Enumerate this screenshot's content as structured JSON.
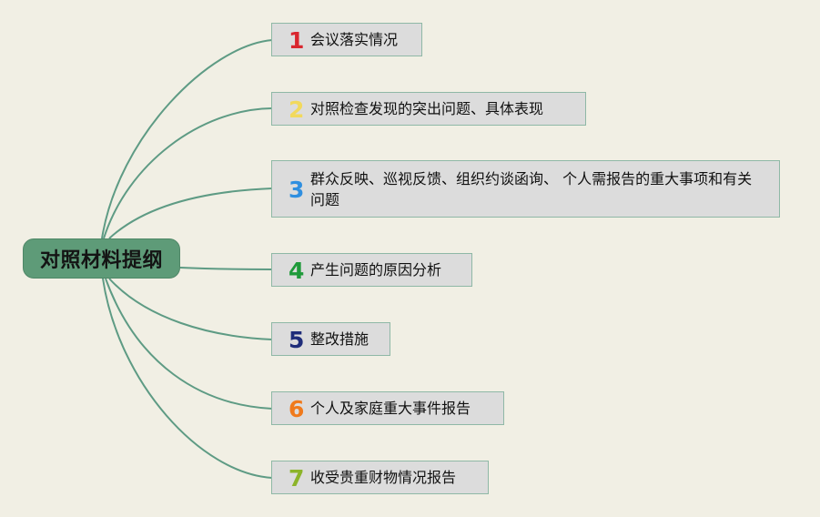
{
  "root": {
    "label": "对照材料提纲"
  },
  "branches": [
    {
      "number": "1",
      "color": "#d9262e",
      "label": "会议落实情况"
    },
    {
      "number": "2",
      "color": "#f2d95c",
      "label": "对照检查发现的突出问题、具体表现"
    },
    {
      "number": "3",
      "color": "#2f8fe0",
      "label": "群众反映、巡视反馈、组织约谈函询、 个人需报告的重大事项和有关问题"
    },
    {
      "number": "4",
      "color": "#1f9a3a",
      "label": "产生问题的原因分析"
    },
    {
      "number": "5",
      "color": "#1f2d7a",
      "label": "整改措施"
    },
    {
      "number": "6",
      "color": "#f07a1c",
      "label": "个人及家庭重大事件报告"
    },
    {
      "number": "7",
      "color": "#8cb42a",
      "label": "收受贵重财物情况报告"
    }
  ],
  "colors": {
    "background": "#f1efe4",
    "root_fill": "#5e9b78",
    "branch_fill": "#dcdcdc",
    "branch_border": "#8fb8a6",
    "connector": "#5e9b84"
  }
}
